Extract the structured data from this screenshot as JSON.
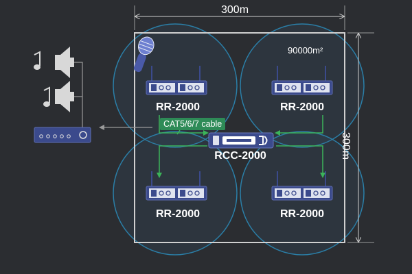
{
  "labels": {
    "width_dim": "300m",
    "height_dim": "300m",
    "area": "90000m²",
    "cable": "CAT5/6/7 cable",
    "controller": "RCC-2000",
    "receivers": [
      "RR-2000",
      "RR-2000",
      "RR-2000",
      "RR-2000"
    ]
  },
  "colors": {
    "background": "#2b2d31",
    "coverage_stroke": "#2b7fa8",
    "square": "#d0d0d0",
    "cable_green": "#3cb45a",
    "device_blue": "#3b4a8c",
    "arrow_gray": "#9a9a9a"
  },
  "icons": [
    "microphone-icon",
    "speaker-icon",
    "music-note-icon",
    "amplifier-icon",
    "receiver-icon",
    "controller-icon"
  ]
}
